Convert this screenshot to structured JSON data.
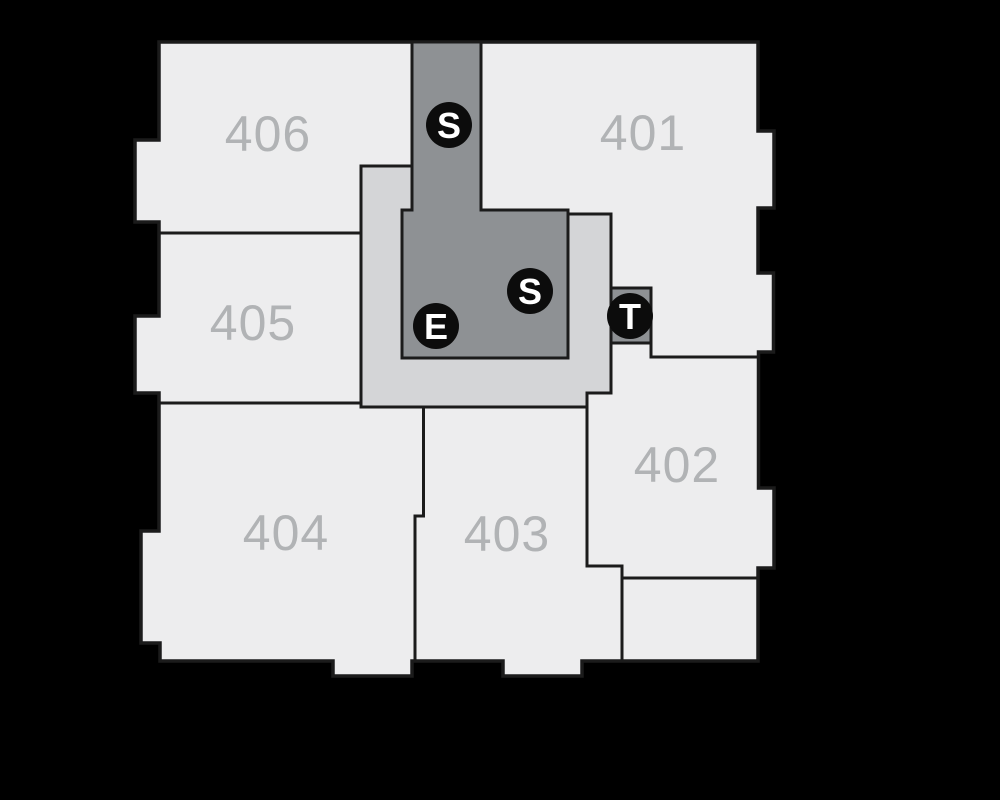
{
  "floorplan": {
    "description": "Residential floor plate diagram on black background with six numbered units around a central stair/elevator core",
    "colors": {
      "background": "#000000",
      "unit_fill": "#ededee",
      "corridor_fill": "#d4d5d7",
      "core_fill": "#8e9194",
      "wall": "#1b1b1b",
      "badge_fill": "#0c0c0c",
      "badge_text": "#ffffff",
      "label_text": "#b1b3b5"
    },
    "units": [
      {
        "id": "401",
        "label": "401"
      },
      {
        "id": "402",
        "label": "402"
      },
      {
        "id": "403",
        "label": "403"
      },
      {
        "id": "404",
        "label": "404"
      },
      {
        "id": "405",
        "label": "405"
      },
      {
        "id": "406",
        "label": "406"
      }
    ],
    "badges": [
      {
        "id": "stairs-top",
        "meaning": "stairs",
        "letter": "S"
      },
      {
        "id": "stairs-core",
        "meaning": "stairs",
        "letter": "S"
      },
      {
        "id": "elevator",
        "meaning": "elevator",
        "letter": "E"
      },
      {
        "id": "trash",
        "meaning": "trash",
        "letter": "T"
      }
    ]
  }
}
